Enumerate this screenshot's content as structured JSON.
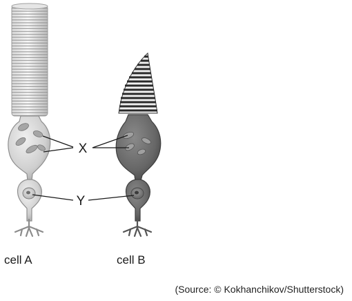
{
  "labels": {
    "x": "X",
    "y": "Y",
    "cell_a": "cell A",
    "cell_b": "cell B"
  },
  "source": "(Source: © Kokhanchikov/Shutterstock)"
}
